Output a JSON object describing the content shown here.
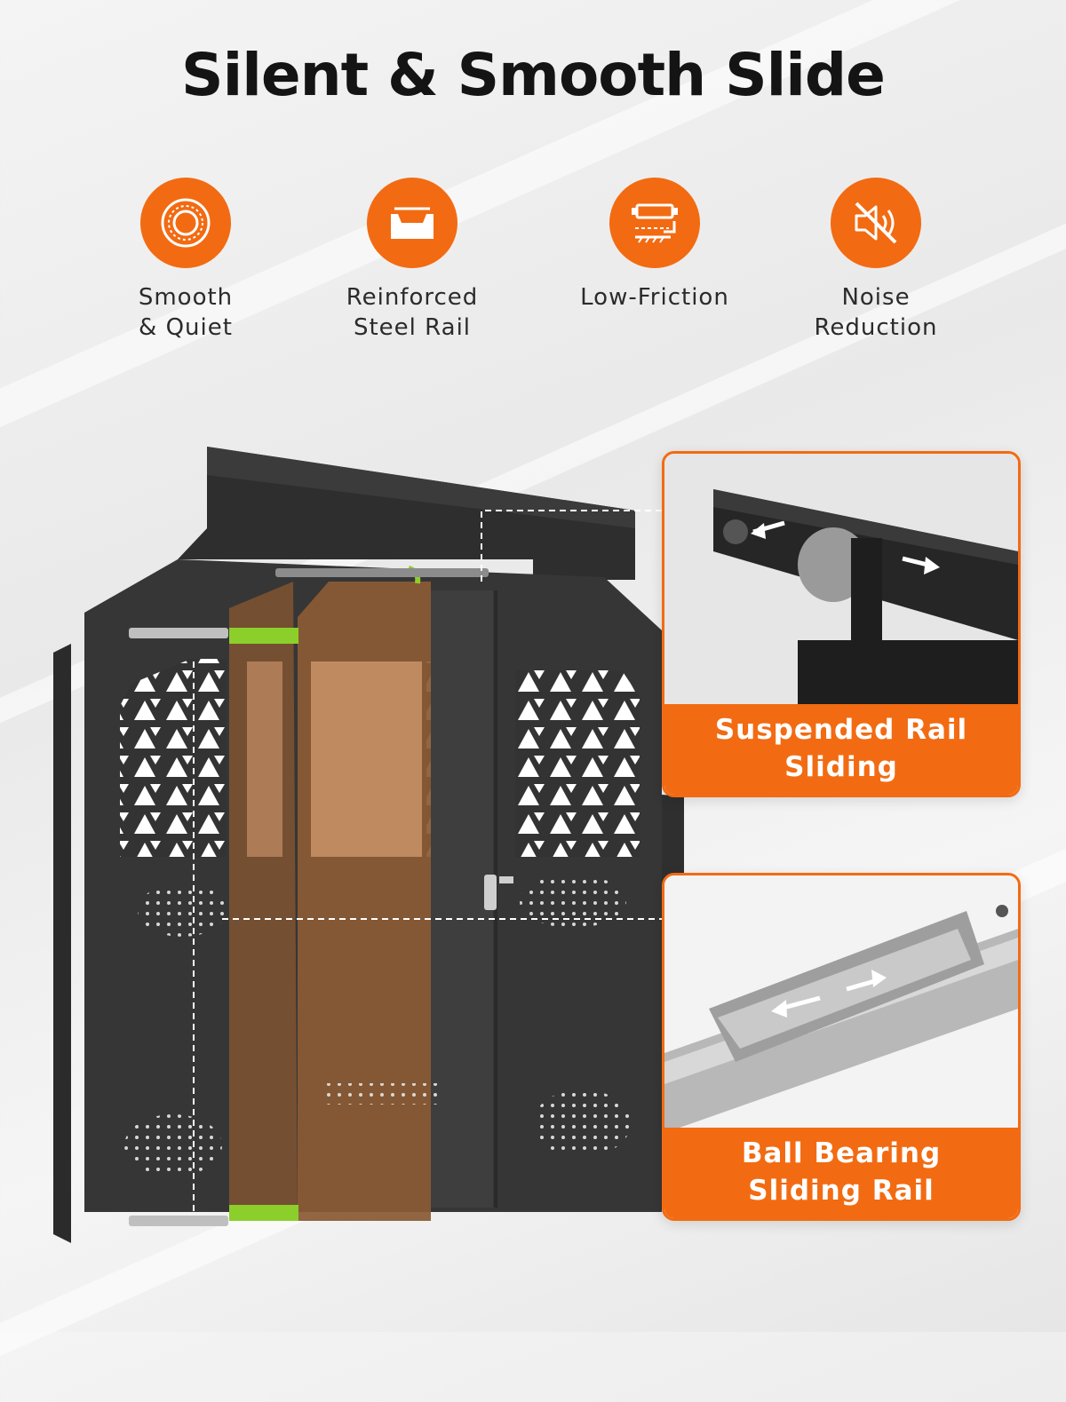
{
  "title": "Silent & Smooth Slide",
  "features": [
    {
      "label": "Smooth\n& Quiet",
      "icon": "bearing-icon"
    },
    {
      "label": "Reinforced\nSteel Rail",
      "icon": "steel-rail-icon"
    },
    {
      "label": "Low-Friction",
      "icon": "low-friction-icon"
    },
    {
      "label": "Noise\nReduction",
      "icon": "mute-speaker-icon"
    }
  ],
  "cards": [
    {
      "caption": "Suspended Rail\nSliding"
    },
    {
      "caption": "Ball Bearing\nSliding Rail"
    }
  ],
  "colors": {
    "accent": "#f26b12",
    "panel": "#3a3a3a",
    "door": "#7a5130",
    "highlight": "#8ccf2a"
  }
}
